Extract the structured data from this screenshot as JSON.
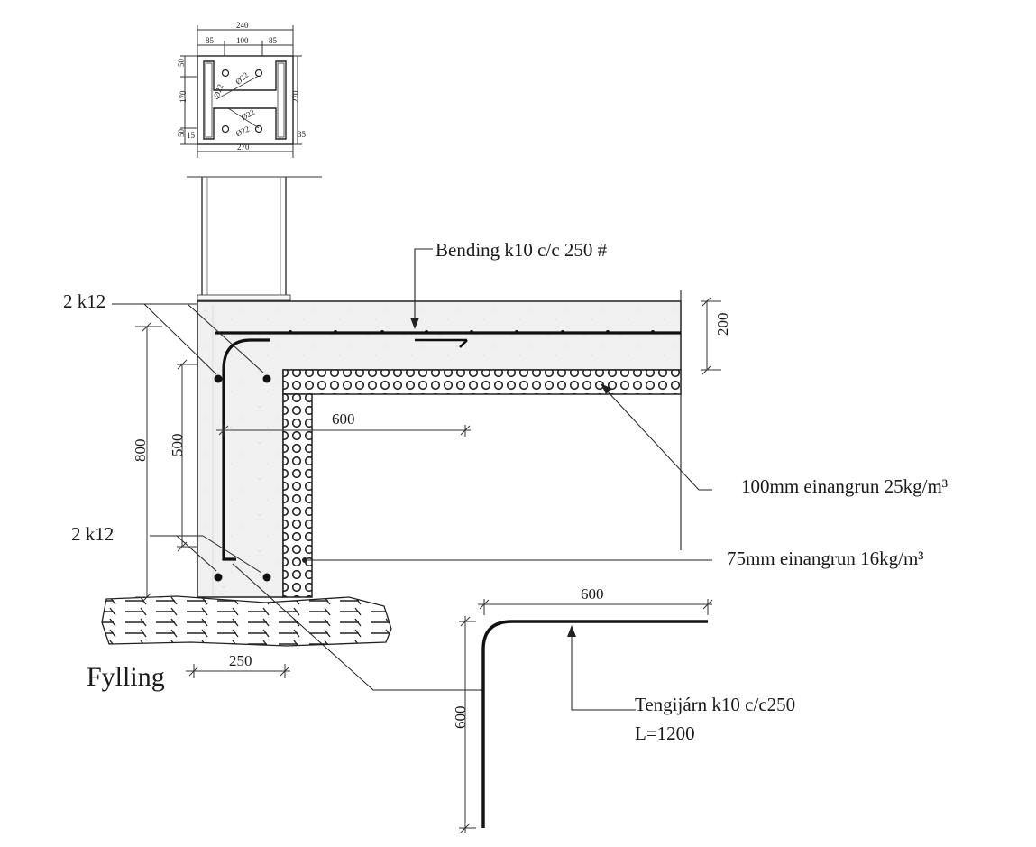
{
  "column_section": {
    "dim_top_total": "240",
    "dim_top_left": "85",
    "dim_top_mid": "100",
    "dim_top_right": "85",
    "dim_bottom": "270",
    "dim_left_top": "50",
    "dim_left_mid": "170",
    "dim_left_bottom": "50",
    "dim_left_small": "15",
    "dim_right": "270",
    "dim_right_small": "35",
    "bar_label_1": "Ø22",
    "bar_label_2": "Ø22",
    "bar_label_3": "Ø22",
    "bar_label_4": "Ø22"
  },
  "labels": {
    "slab_reinforcement": "Bending k10 c/c 250 #",
    "top_bars": "2 k12",
    "bottom_bars": "2 k12",
    "insulation_slab": "100mm einangrun 25kg/m³",
    "insulation_wall": "75mm einangrun 16kg/m³",
    "fill": "Fylling",
    "tie_bar": "Tengijárn k10 c/c250",
    "tie_bar_length": "L=1200"
  },
  "dimensions": {
    "slab_thickness": "200",
    "footing_height": "800",
    "wall_height": "500",
    "wall_anchor_length": "600",
    "footing_width": "250",
    "tie_horizontal": "600",
    "tie_vertical": "600"
  }
}
